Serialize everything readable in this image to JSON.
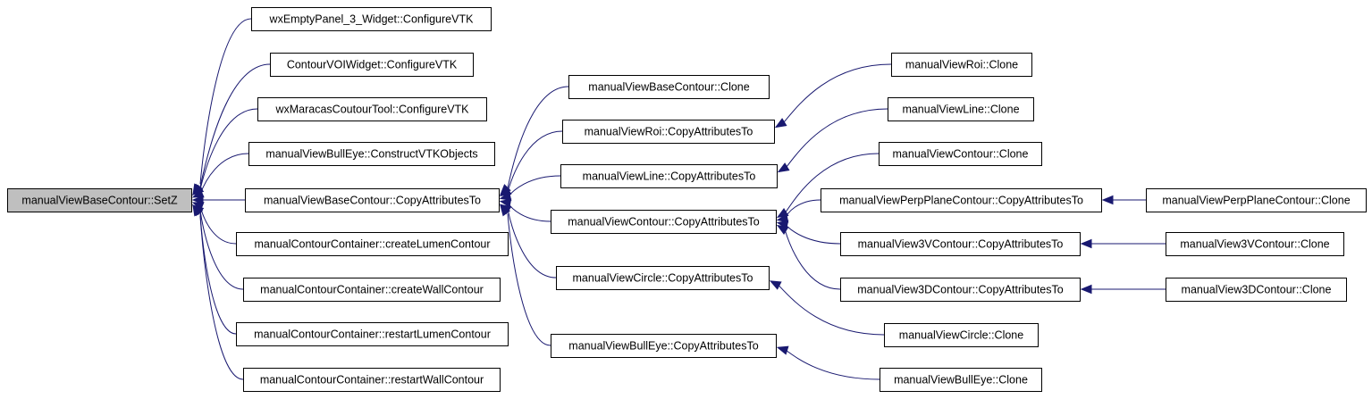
{
  "graph": {
    "edge_color": "#191970",
    "root_fill": "#bfbfbf",
    "nodes": [
      {
        "id": "setz",
        "label": "manualViewBaseContour::SetZ",
        "root": true
      },
      {
        "id": "wxempty",
        "label": "wxEmptyPanel_3_Widget::ConfigureVTK"
      },
      {
        "id": "contourvoi",
        "label": "ContourVOIWidget::ConfigureVTK"
      },
      {
        "id": "wxmaracas",
        "label": "wxMaracasCoutourTool::ConfigureVTK"
      },
      {
        "id": "bulleyecon",
        "label": "manualViewBullEye::ConstructVTKObjects"
      },
      {
        "id": "basecopy",
        "label": "manualViewBaseContour::CopyAttributesTo"
      },
      {
        "id": "lumen",
        "label": "manualContourContainer::createLumenContour"
      },
      {
        "id": "wall",
        "label": "manualContourContainer::createWallContour"
      },
      {
        "id": "rlumen",
        "label": "manualContourContainer::restartLumenContour"
      },
      {
        "id": "rwall",
        "label": "manualContourContainer::restartWallContour"
      },
      {
        "id": "baseclone",
        "label": "manualViewBaseContour::Clone"
      },
      {
        "id": "roicopy",
        "label": "manualViewRoi::CopyAttributesTo"
      },
      {
        "id": "linecopy",
        "label": "manualViewLine::CopyAttributesTo"
      },
      {
        "id": "contcopy",
        "label": "manualViewContour::CopyAttributesTo"
      },
      {
        "id": "circcopy",
        "label": "manualViewCircle::CopyAttributesTo"
      },
      {
        "id": "bullcopy",
        "label": "manualViewBullEye::CopyAttributesTo"
      },
      {
        "id": "roiclone",
        "label": "manualViewRoi::Clone"
      },
      {
        "id": "lineclone",
        "label": "manualViewLine::Clone"
      },
      {
        "id": "contclone",
        "label": "manualViewContour::Clone"
      },
      {
        "id": "perpcopy",
        "label": "manualViewPerpPlaneContour::CopyAttributesTo"
      },
      {
        "id": "v3vcopy",
        "label": "manualView3VContour::CopyAttributesTo"
      },
      {
        "id": "v3dcopy",
        "label": "manualView3DContour::CopyAttributesTo"
      },
      {
        "id": "circclone",
        "label": "manualViewCircle::Clone"
      },
      {
        "id": "bullclone",
        "label": "manualViewBullEye::Clone"
      },
      {
        "id": "perpclone",
        "label": "manualViewPerpPlaneContour::Clone"
      },
      {
        "id": "v3vclone",
        "label": "manualView3VContour::Clone"
      },
      {
        "id": "v3dclone",
        "label": "manualView3DContour::Clone"
      }
    ],
    "edges": [
      {
        "from": "wxempty",
        "to": "setz"
      },
      {
        "from": "contourvoi",
        "to": "setz"
      },
      {
        "from": "wxmaracas",
        "to": "setz"
      },
      {
        "from": "bulleyecon",
        "to": "setz"
      },
      {
        "from": "basecopy",
        "to": "setz"
      },
      {
        "from": "lumen",
        "to": "setz"
      },
      {
        "from": "wall",
        "to": "setz"
      },
      {
        "from": "rlumen",
        "to": "setz"
      },
      {
        "from": "rwall",
        "to": "setz"
      },
      {
        "from": "baseclone",
        "to": "basecopy"
      },
      {
        "from": "roicopy",
        "to": "basecopy"
      },
      {
        "from": "linecopy",
        "to": "basecopy"
      },
      {
        "from": "contcopy",
        "to": "basecopy"
      },
      {
        "from": "circcopy",
        "to": "basecopy"
      },
      {
        "from": "bullcopy",
        "to": "basecopy"
      },
      {
        "from": "roiclone",
        "to": "roicopy"
      },
      {
        "from": "lineclone",
        "to": "linecopy"
      },
      {
        "from": "contclone",
        "to": "contcopy"
      },
      {
        "from": "perpcopy",
        "to": "contcopy"
      },
      {
        "from": "v3vcopy",
        "to": "contcopy"
      },
      {
        "from": "v3dcopy",
        "to": "contcopy"
      },
      {
        "from": "circclone",
        "to": "circcopy"
      },
      {
        "from": "bullclone",
        "to": "bullcopy"
      },
      {
        "from": "perpclone",
        "to": "perpcopy"
      },
      {
        "from": "v3vclone",
        "to": "v3vcopy"
      },
      {
        "from": "v3dclone",
        "to": "v3dcopy"
      }
    ]
  }
}
